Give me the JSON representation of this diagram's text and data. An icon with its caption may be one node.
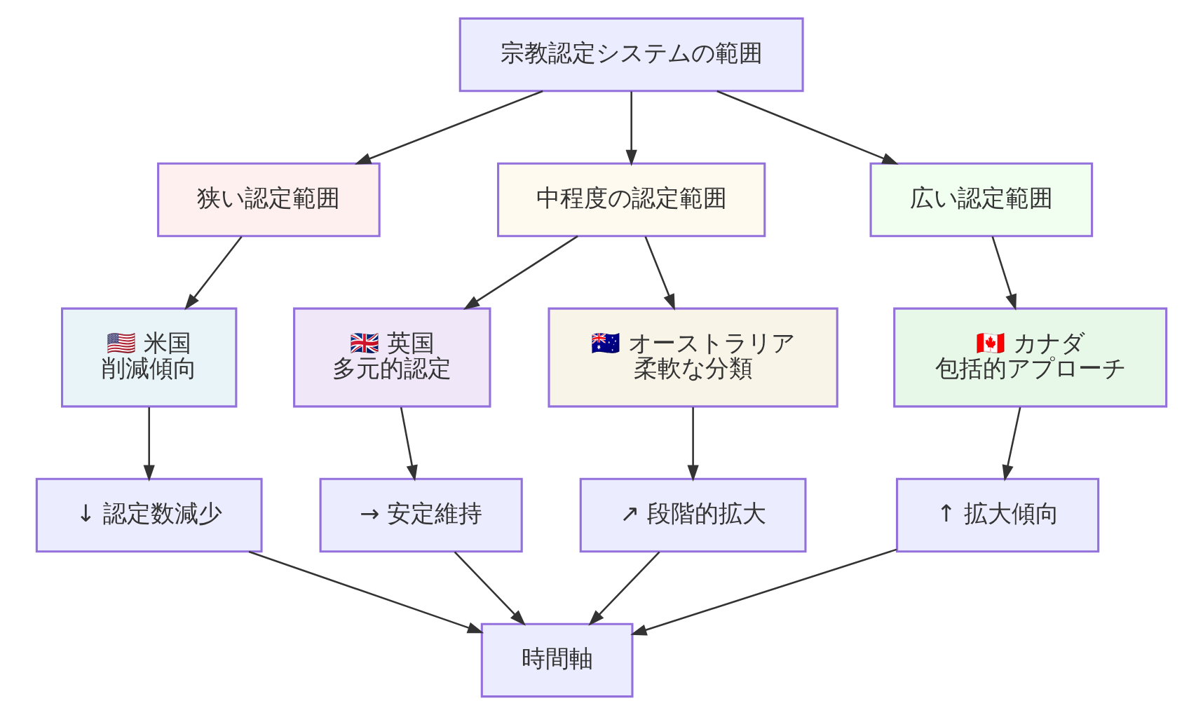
{
  "diagram": {
    "nodes": [
      {
        "text": [
          "宗教認定システムの範囲"
        ]
      },
      {
        "text": [
          "狭い認定範囲"
        ]
      },
      {
        "text": [
          "中程度の認定範囲"
        ]
      },
      {
        "text": [
          "広い認定範囲"
        ]
      },
      {
        "text": [
          "🇺🇸 米国",
          "削減傾向"
        ]
      },
      {
        "text": [
          "🇬🇧 英国",
          "多元的認定"
        ]
      },
      {
        "text": [
          "🇦🇺 オーストラリア",
          "柔軟な分類"
        ]
      },
      {
        "text": [
          "🇨🇦 カナダ",
          "包括的アプローチ"
        ]
      },
      {
        "text": [
          "↓ 認定数減少"
        ]
      },
      {
        "text": [
          "→ 安定維持"
        ]
      },
      {
        "text": [
          "↗ 段階的拡大"
        ]
      },
      {
        "text": [
          "↑ 拡大傾向"
        ]
      },
      {
        "text": [
          "時間軸"
        ]
      }
    ],
    "edges": [
      {
        "from": 0,
        "to": 1,
        "arrow": "to"
      },
      {
        "from": 0,
        "to": 2,
        "arrow": "to"
      },
      {
        "from": 0,
        "to": 3,
        "arrow": "to"
      },
      {
        "from": 1,
        "to": 4,
        "arrow": "to"
      },
      {
        "from": 2,
        "to": 5,
        "arrow": "to"
      },
      {
        "from": 2,
        "to": 6,
        "arrow": "to"
      },
      {
        "from": 3,
        "to": 7,
        "arrow": "to"
      },
      {
        "from": 4,
        "to": 8,
        "arrow": "to"
      },
      {
        "from": 5,
        "to": 9,
        "arrow": "to"
      },
      {
        "from": 6,
        "to": 10,
        "arrow": "to"
      },
      {
        "from": 7,
        "to": 11,
        "arrow": "to"
      },
      {
        "from": 8,
        "to": 12,
        "arrow": "to"
      },
      {
        "from": 9,
        "to": 12,
        "arrow": "to"
      },
      {
        "from": 10,
        "to": 12,
        "arrow": "to"
      },
      {
        "from": 11,
        "to": 12,
        "arrow": "to"
      }
    ]
  }
}
